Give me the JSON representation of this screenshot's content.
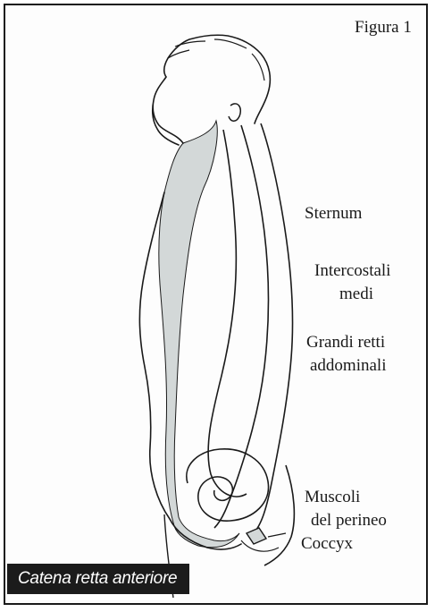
{
  "figure": {
    "title": "Figura 1",
    "caption": "Catena retta anteriore"
  },
  "labels": {
    "sternum": "Sternum",
    "intercostali_line1": "Intercostali",
    "intercostali_line2": "medi",
    "grandi_line1": "Grandi retti",
    "grandi_line2": "addominali",
    "muscoli_line1": "Muscoli",
    "muscoli_line2": "del perineo",
    "coccyx": "Coccyx"
  },
  "colors": {
    "chain_fill": "#d3d8d8",
    "line": "#1a1a1a",
    "caption_bg": "#1b1b1b"
  }
}
